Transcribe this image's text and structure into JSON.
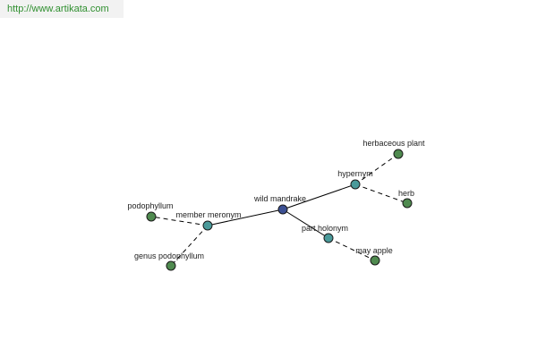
{
  "header": {
    "url": "http://www.artikata.com"
  },
  "colors": {
    "center": "#3b4f93",
    "relation": "#4a9a9a",
    "leaf": "#4f8a4f"
  },
  "graph": {
    "nodes": [
      {
        "id": "center",
        "label": "wild mandrake",
        "kind": "center"
      },
      {
        "id": "hypernym",
        "label": "hypernym",
        "kind": "relation"
      },
      {
        "id": "member_meronym",
        "label": "member meronym",
        "kind": "relation"
      },
      {
        "id": "part_holonym",
        "label": "part holonym",
        "kind": "relation"
      },
      {
        "id": "herbaceous_plant",
        "label": "herbaceous plant",
        "kind": "leaf"
      },
      {
        "id": "herb",
        "label": "herb",
        "kind": "leaf"
      },
      {
        "id": "podophyllum",
        "label": "podophyllum",
        "kind": "leaf"
      },
      {
        "id": "genus_podophyllum",
        "label": "genus podophyllum",
        "kind": "leaf"
      },
      {
        "id": "may_apple",
        "label": "may apple",
        "kind": "leaf"
      }
    ],
    "edges": [
      {
        "from": "center",
        "to": "hypernym",
        "style": "solid"
      },
      {
        "from": "center",
        "to": "member_meronym",
        "style": "solid"
      },
      {
        "from": "center",
        "to": "part_holonym",
        "style": "solid"
      },
      {
        "from": "hypernym",
        "to": "herbaceous_plant",
        "style": "dashed"
      },
      {
        "from": "hypernym",
        "to": "herb",
        "style": "dashed"
      },
      {
        "from": "member_meronym",
        "to": "podophyllum",
        "style": "dashed"
      },
      {
        "from": "member_meronym",
        "to": "genus_podophyllum",
        "style": "dashed"
      },
      {
        "from": "part_holonym",
        "to": "may_apple",
        "style": "dashed"
      }
    ]
  }
}
